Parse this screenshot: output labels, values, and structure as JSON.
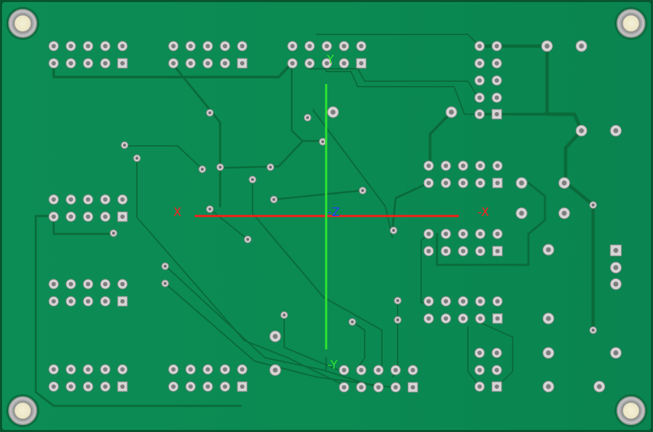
{
  "viewer": {
    "board_color": "#0b8a52",
    "board_edge_color": "#07542f",
    "trace_color": "#0a6b3a",
    "pad_color": "#c7c7c7"
  },
  "axes": {
    "x_pos": {
      "label": "X",
      "color": "#ff2020"
    },
    "x_neg": {
      "label": "-X",
      "color": "#ff2020"
    },
    "y_pos": {
      "label": "Y",
      "color": "#2fe62f"
    },
    "y_neg": {
      "label": "-Y",
      "color": "#2fe62f"
    },
    "z_neg": {
      "label": "-Z",
      "color": "#2040ff"
    }
  },
  "icons": {
    "mounting_hole": "mounting-hole-icon",
    "square_pad": "square-pad-icon",
    "round_pad": "round-pad-icon"
  }
}
